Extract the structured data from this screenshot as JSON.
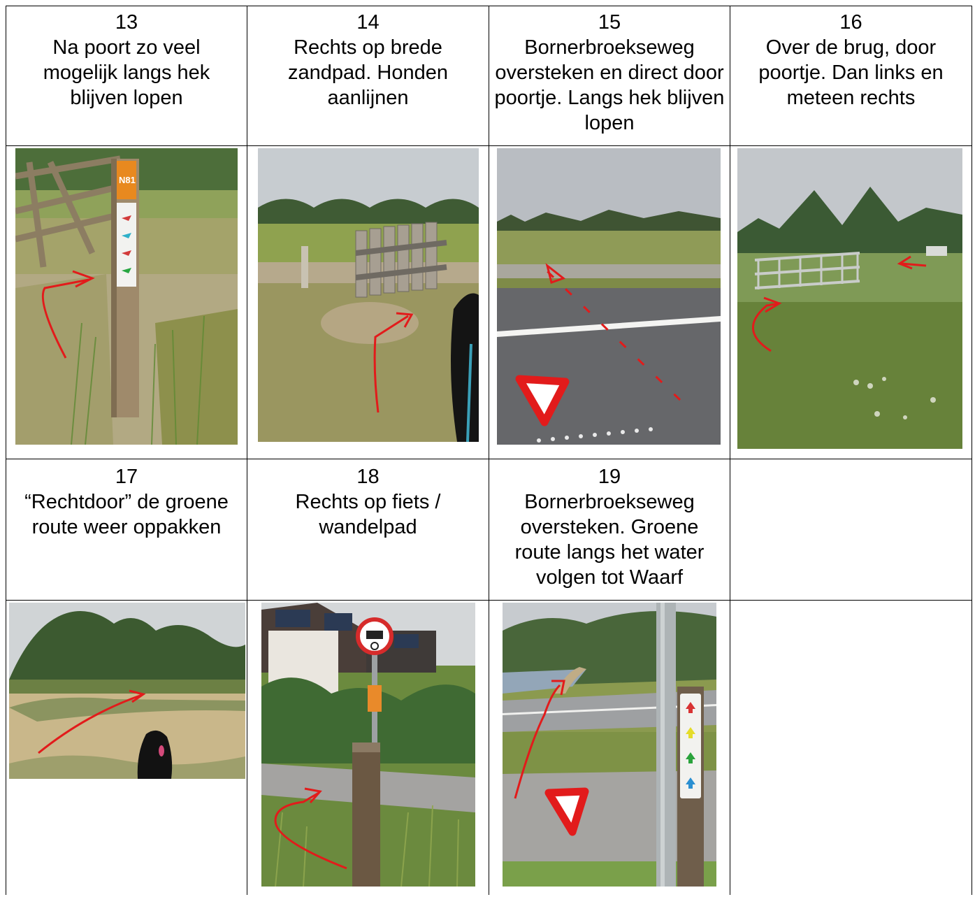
{
  "steps": [
    {
      "num": "13",
      "text": "Na poort zo veel mogelijk langs hek blijven lopen"
    },
    {
      "num": "14",
      "text": "Rechts op brede zandpad. Honden aanlijnen"
    },
    {
      "num": "15",
      "text": "Bornerbroekseweg oversteken en direct door poortje. Langs hek blijven lopen"
    },
    {
      "num": "16",
      "text": "Over de brug, door poortje. Dan links en meteen rechts"
    },
    {
      "num": "17",
      "text": "“Rechtdoor” de groene route weer oppakken"
    },
    {
      "num": "18",
      "text": "Rechts op fiets / wandelpad"
    },
    {
      "num": "19",
      "text": "Bornerbroekseweg oversteken. Groene route langs het water volgen tot Waarf"
    }
  ],
  "signs": {
    "post_13_label": "N81"
  },
  "colors": {
    "annotation_red": "#e21b1b",
    "grass": "#7e8a3c",
    "sky": "#c9ced2",
    "road": "#6f7073"
  }
}
